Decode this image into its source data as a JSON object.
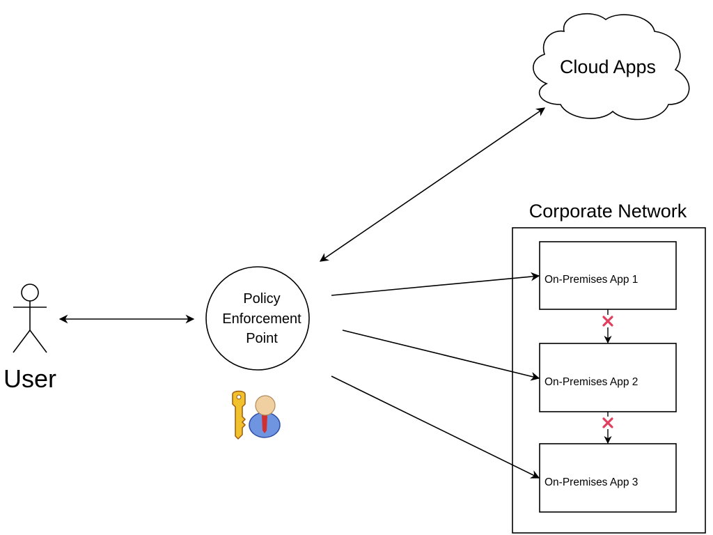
{
  "nodes": {
    "cloud": {
      "label": "Cloud Apps"
    },
    "user": {
      "label": "User"
    },
    "pep": {
      "lines": [
        "Policy",
        "Enforcement",
        "Point"
      ]
    },
    "corporate_network": {
      "label": "Corporate Network"
    },
    "apps": [
      {
        "label": "On-Premises App 1"
      },
      {
        "label": "On-Premises App 2"
      },
      {
        "label": "On-Premises App 3"
      }
    ]
  },
  "icons": {
    "pep_icon": "key-user-icon",
    "blocked_marker": "x-mark-icon"
  },
  "colors": {
    "stroke": "#000000",
    "blocked": "#e0405e",
    "key": "#f2c12e",
    "person_body": "#6f95e0",
    "person_head": "#f0cfa0",
    "tie": "#d23030"
  },
  "edges": [
    {
      "from": "user",
      "to": "pep",
      "type": "bidirectional"
    },
    {
      "from": "pep",
      "to": "cloud",
      "type": "bidirectional"
    },
    {
      "from": "pep",
      "to": "app1",
      "type": "directed"
    },
    {
      "from": "pep",
      "to": "app2",
      "type": "directed"
    },
    {
      "from": "pep",
      "to": "app3",
      "type": "directed"
    },
    {
      "from": "app1",
      "to": "app2",
      "type": "blocked"
    },
    {
      "from": "app2",
      "to": "app3",
      "type": "blocked"
    }
  ]
}
